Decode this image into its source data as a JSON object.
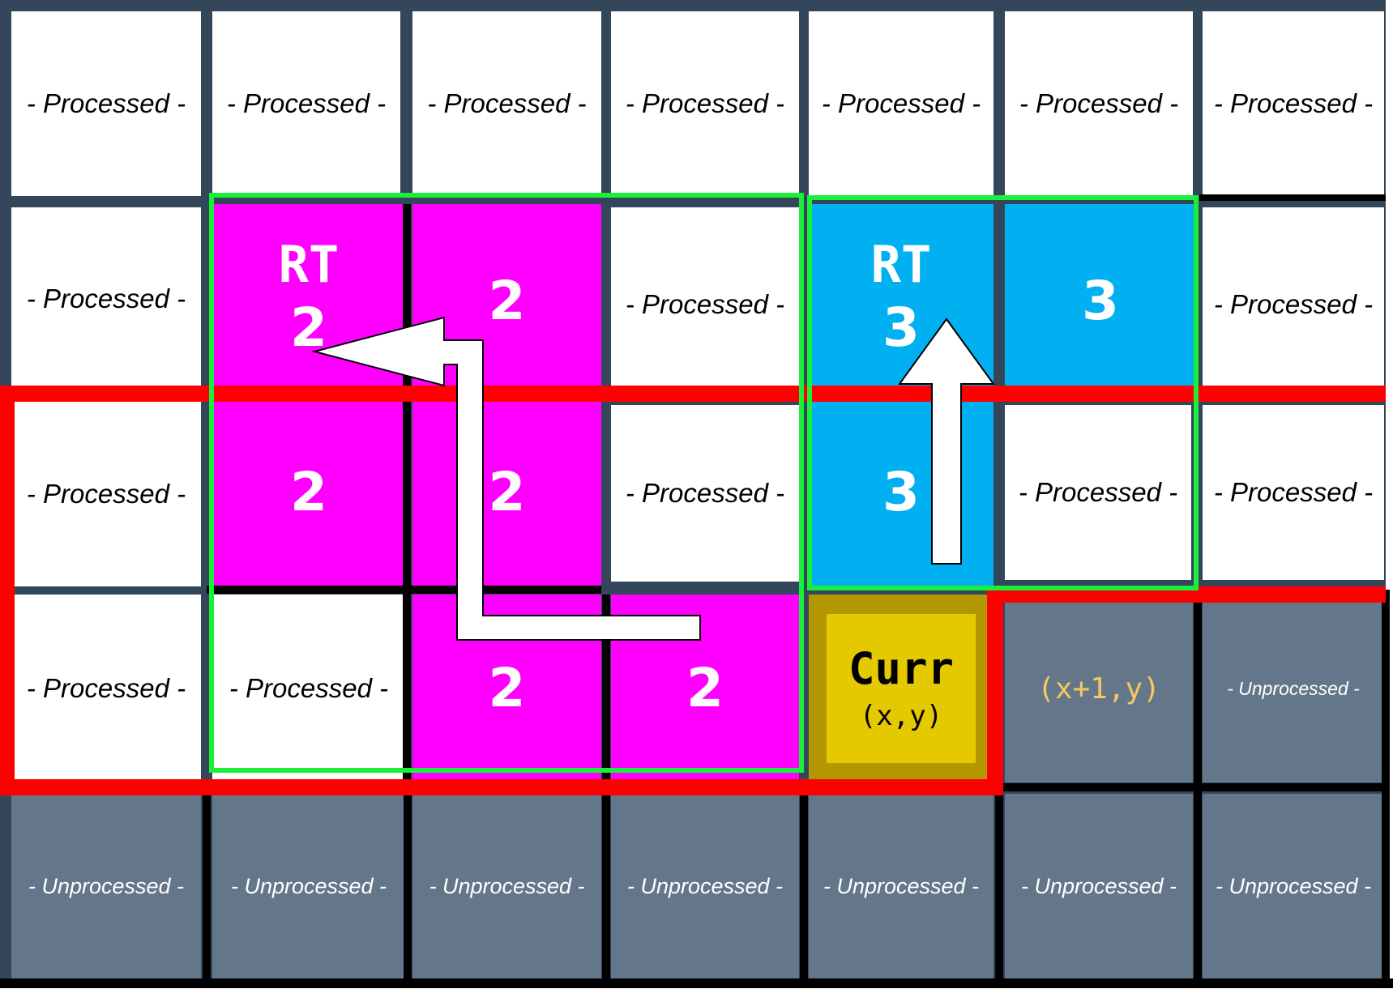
{
  "labels": {
    "processed": "- Processed -",
    "unprocessed": "- Unprocessed -",
    "unprocessed_spaced": "-  Unprocessed  -",
    "rt": "RT",
    "two": "2",
    "three": "3",
    "curr": "Curr",
    "curr_coord": "(x,y)",
    "next_coord": "(x+1,y)"
  },
  "grid": {
    "rows": [
      [
        "processed",
        "processed",
        "processed",
        "processed",
        "processed",
        "processed",
        "processed"
      ],
      [
        "processed",
        "magenta-rt",
        "magenta",
        "processed",
        "cyan-rt",
        "cyan",
        "processed"
      ],
      [
        "processed",
        "magenta",
        "magenta",
        "processed",
        "cyan",
        "processed",
        "processed"
      ],
      [
        "processed",
        "processed",
        "magenta",
        "magenta",
        "curr",
        "next",
        "unprocessed-spaced"
      ],
      [
        "unprocessed",
        "unprocessed",
        "unprocessed",
        "unprocessed",
        "unprocessed",
        "unprocessed",
        "unprocessed"
      ]
    ]
  },
  "colors": {
    "grid_line": "#34465a",
    "processed": "#ffffff",
    "unprocessed": "#64778a",
    "group_2": "#ff00ff",
    "group_3": "#00b0f0",
    "current": "#e4c800",
    "current_border": "#b39700",
    "region_outline": "#ff0000",
    "group_outline": "#1aef3a",
    "next_coord_text": "#f4c95d"
  }
}
